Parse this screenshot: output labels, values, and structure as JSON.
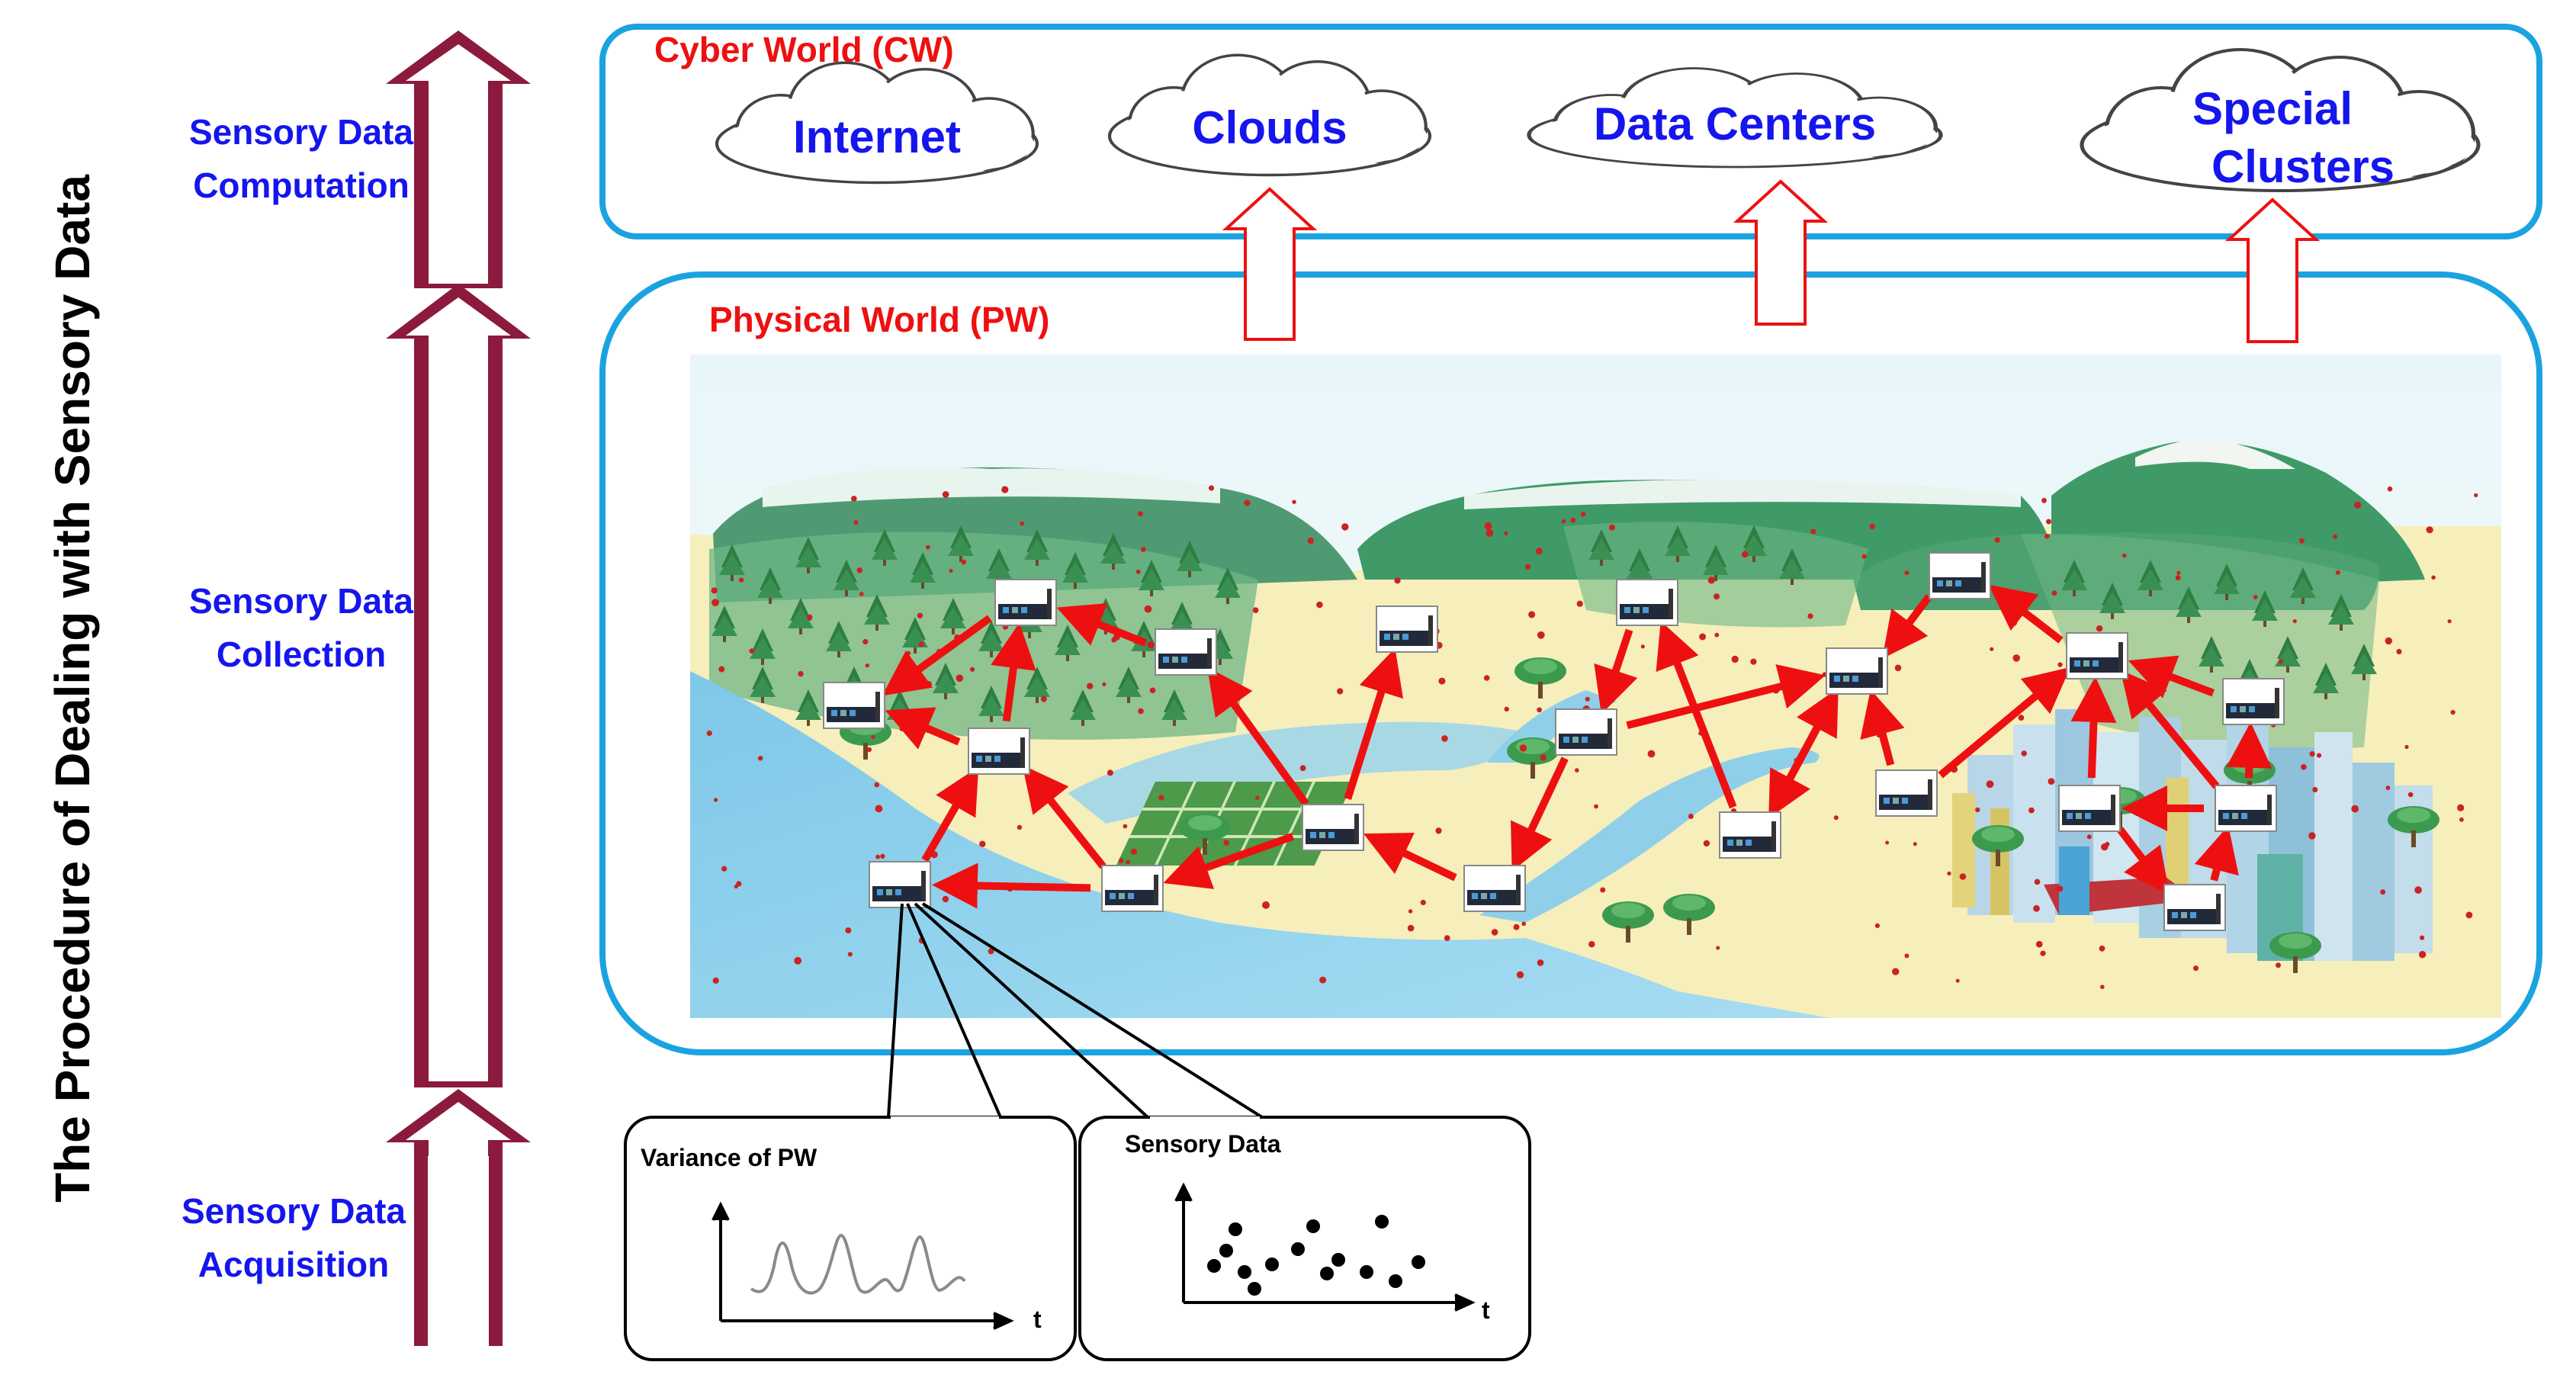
{
  "figure": {
    "vertical_title": "The Procedure of Dealing with Sensory Data"
  },
  "stages": {
    "computation": {
      "line1": "Sensory Data",
      "line2": "Computation"
    },
    "collection": {
      "line1": "Sensory Data",
      "line2": "Collection"
    },
    "acquisition": {
      "line1": "Sensory Data",
      "line2": "Acquisition"
    }
  },
  "cyber_world": {
    "title": "Cyber World (CW)",
    "clouds": [
      {
        "label": "Internet"
      },
      {
        "label": "Clouds"
      },
      {
        "label": "Data Centers"
      },
      {
        "line1": "Special",
        "line2": "Clusters"
      }
    ]
  },
  "physical_world": {
    "title": "Physical World (PW)"
  },
  "panels": {
    "variance": {
      "title": "Variance of PW",
      "x_axis": "t"
    },
    "sensory": {
      "title": "Sensory Data",
      "x_axis": "t"
    }
  },
  "colors": {
    "label_blue": "#1515ee",
    "world_red": "#ee1010",
    "frame_blue": "#1aa3e0",
    "stage_arrow": "#8b1a3c",
    "flow_arrow": "#ee1010"
  },
  "icons": [
    "sensor-node-icon",
    "tree-icon",
    "building-icon",
    "mountain-icon",
    "river-icon",
    "cloud-shape"
  ]
}
